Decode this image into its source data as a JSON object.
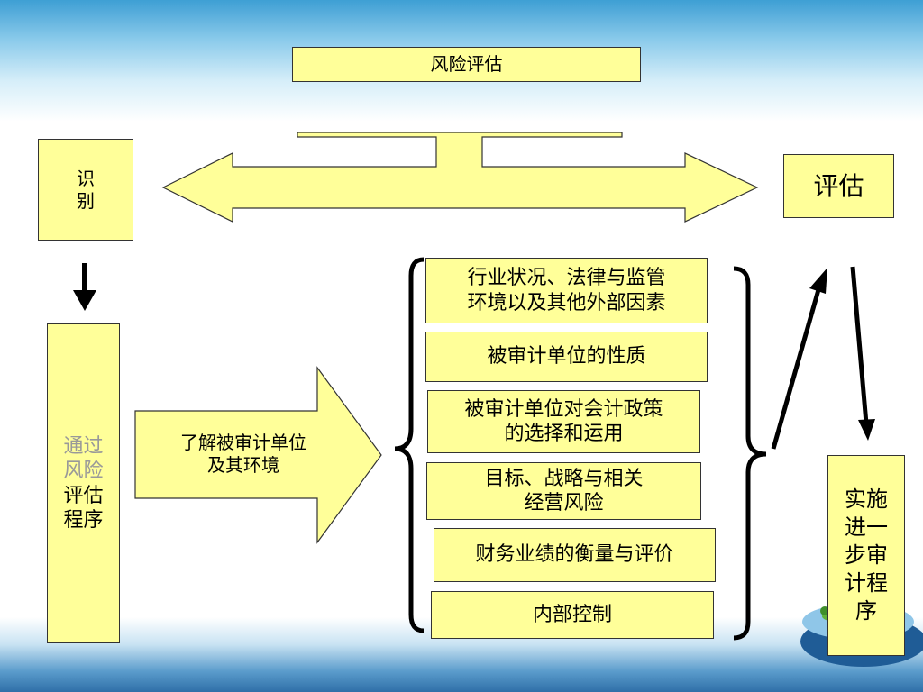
{
  "title": "风险评估",
  "identify": [
    "识",
    "别"
  ],
  "assess": "评估",
  "procedure": {
    "grey": [
      "通过",
      "风险"
    ],
    "black": [
      "评估",
      "程序"
    ]
  },
  "understand": [
    "了解被审计单位",
    "及其环境"
  ],
  "factors": [
    [
      "行业状况、法律与监管",
      "环境以及其他外部因素"
    ],
    [
      "被审计单位的性质"
    ],
    [
      "被审计单位对会计政策",
      "的选择和运用"
    ],
    [
      "目标、战略与相关",
      "经营风险"
    ],
    [
      "财务业绩的衡量与评价"
    ],
    [
      "内部控制"
    ]
  ],
  "further": [
    "实施",
    "进一",
    "步审",
    "计程",
    "序"
  ],
  "colors": {
    "box_fill": "#ffff99",
    "border": "#333333"
  }
}
